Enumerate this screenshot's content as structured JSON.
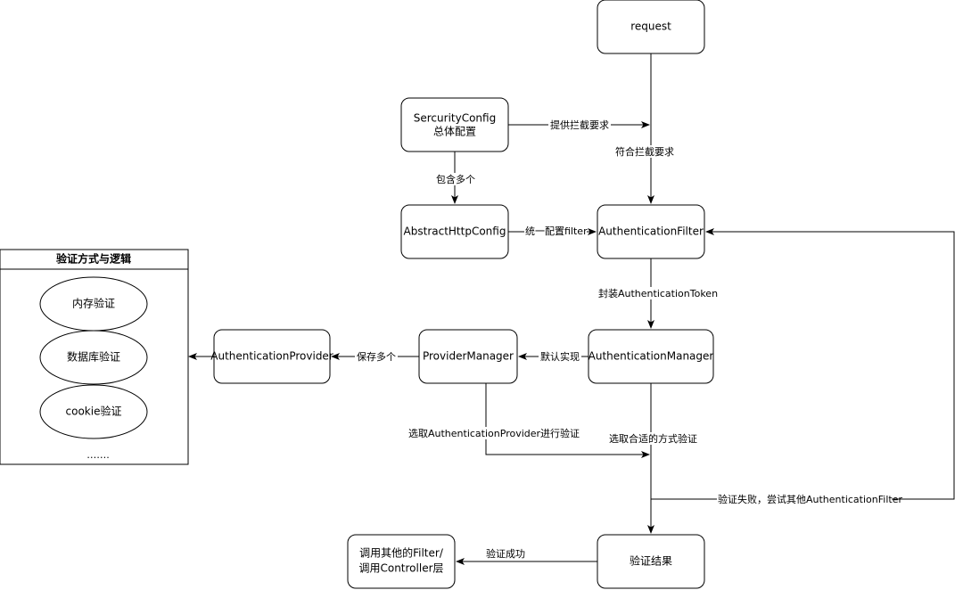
{
  "nodes": {
    "request": "request",
    "security_config_line1": "SercurityConfig",
    "security_config_line2": "总体配置",
    "abstract_http_config": "AbstractHttpConfig",
    "authentication_filter": "AuthenticationFilter",
    "authentication_manager": "AuthenticationManager",
    "provider_manager": "ProviderManager",
    "authentication_provider": "AuthenticationProvider",
    "result": "验证结果",
    "next_line1": "调用其他的Filter/",
    "next_line2": "调用Controller层"
  },
  "edge_labels": {
    "provide_rules": "提供拦截要求",
    "match_rules": "符合拦截要求",
    "contains_many": "包含多个",
    "unified_config": "统一配置filter",
    "wrap_token": "封装AuthenticationToken",
    "default_impl": "默认实现",
    "save_many": "保存多个",
    "select_provider": "选取AuthenticationProvider进行验证",
    "select_method": "选取合适的方式验证",
    "fail_retry": "验证失败，尝试其他AuthenticationFilter",
    "success": "验证成功"
  },
  "panel": {
    "title": "验证方式与逻辑",
    "items": [
      "内存验证",
      "数据库验证",
      "cookie验证"
    ],
    "more": "……."
  }
}
